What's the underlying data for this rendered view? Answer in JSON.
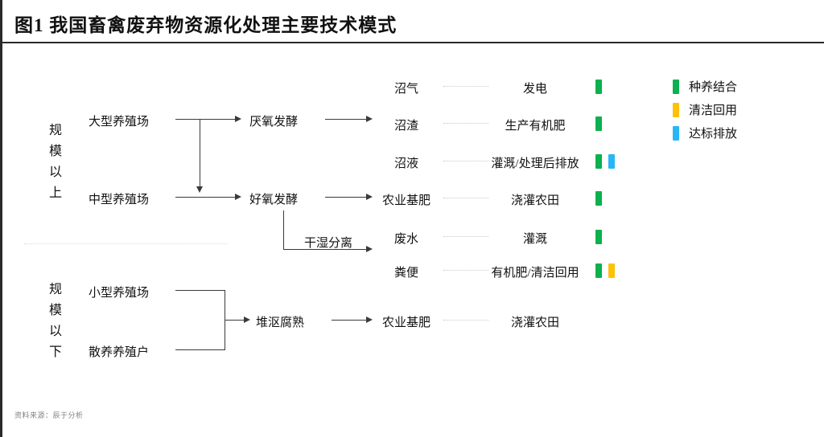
{
  "figure": {
    "title": "图1  我国畜禽废弃物资源化处理主要技术模式",
    "source_note": "资料来源：辰于分析"
  },
  "scale_groups": [
    {
      "id": "above",
      "label_chars": [
        "规",
        "模",
        "以",
        "上"
      ]
    },
    {
      "id": "below",
      "label_chars": [
        "规",
        "模",
        "以",
        "下"
      ]
    }
  ],
  "sources": {
    "large_farm": "大型养殖场",
    "medium_farm": "中型养殖场",
    "small_farm": "小型养殖场",
    "scattered_household": "散养养殖户"
  },
  "processes": {
    "anaerobic": "厌氧发酵",
    "aerobic": "好氧发酵",
    "solid_liquid_separation": "干湿分离",
    "composting": "堆沤腐熟"
  },
  "outputs": {
    "biogas": "沼气",
    "biogas_residue": "沼渣",
    "biogas_slurry": "沼液",
    "agri_base_fertilizer": "农业基肥",
    "waste_water": "废水",
    "manure": "粪便",
    "agri_base_fertilizer_2": "农业基肥"
  },
  "uses": {
    "power_generation": "发电",
    "organic_fertilizer_production": "生产有机肥",
    "irrigation_or_treated_discharge": "灌溉/处理后排放",
    "field_irrigation": "浇灌农田",
    "irrigation": "灌溉",
    "organic_fertilizer_or_clean_reuse": "有机肥/清洁回用",
    "field_irrigation_2": "浇灌农田"
  },
  "colors": {
    "green": "#0ab14e",
    "amber": "#ffc107",
    "blue": "#29b6f6",
    "line": "#3a3a3a",
    "dotted": "#c9c9c9"
  },
  "legend": [
    {
      "color": "#0ab14e",
      "label": "种养结合"
    },
    {
      "color": "#ffc107",
      "label": "清洁回用"
    },
    {
      "color": "#29b6f6",
      "label": "达标排放"
    }
  ],
  "flow_rows": [
    {
      "output": "沼气",
      "use": "发电",
      "markers": [
        "#0ab14e"
      ]
    },
    {
      "output": "沼渣",
      "use": "生产有机肥",
      "markers": [
        "#0ab14e"
      ]
    },
    {
      "output": "沼液",
      "use": "灌溉/处理后排放",
      "markers": [
        "#0ab14e",
        "#29b6f6"
      ]
    },
    {
      "output": "农业基肥",
      "use": "浇灌农田",
      "markers": [
        "#0ab14e"
      ]
    },
    {
      "output": "废水",
      "use": "灌溉",
      "markers": [
        "#0ab14e"
      ]
    },
    {
      "output": "粪便",
      "use": "有机肥/清洁回用",
      "markers": [
        "#0ab14e",
        "#ffc107"
      ]
    },
    {
      "output": "农业基肥",
      "use": "浇灌农田",
      "markers": []
    }
  ]
}
